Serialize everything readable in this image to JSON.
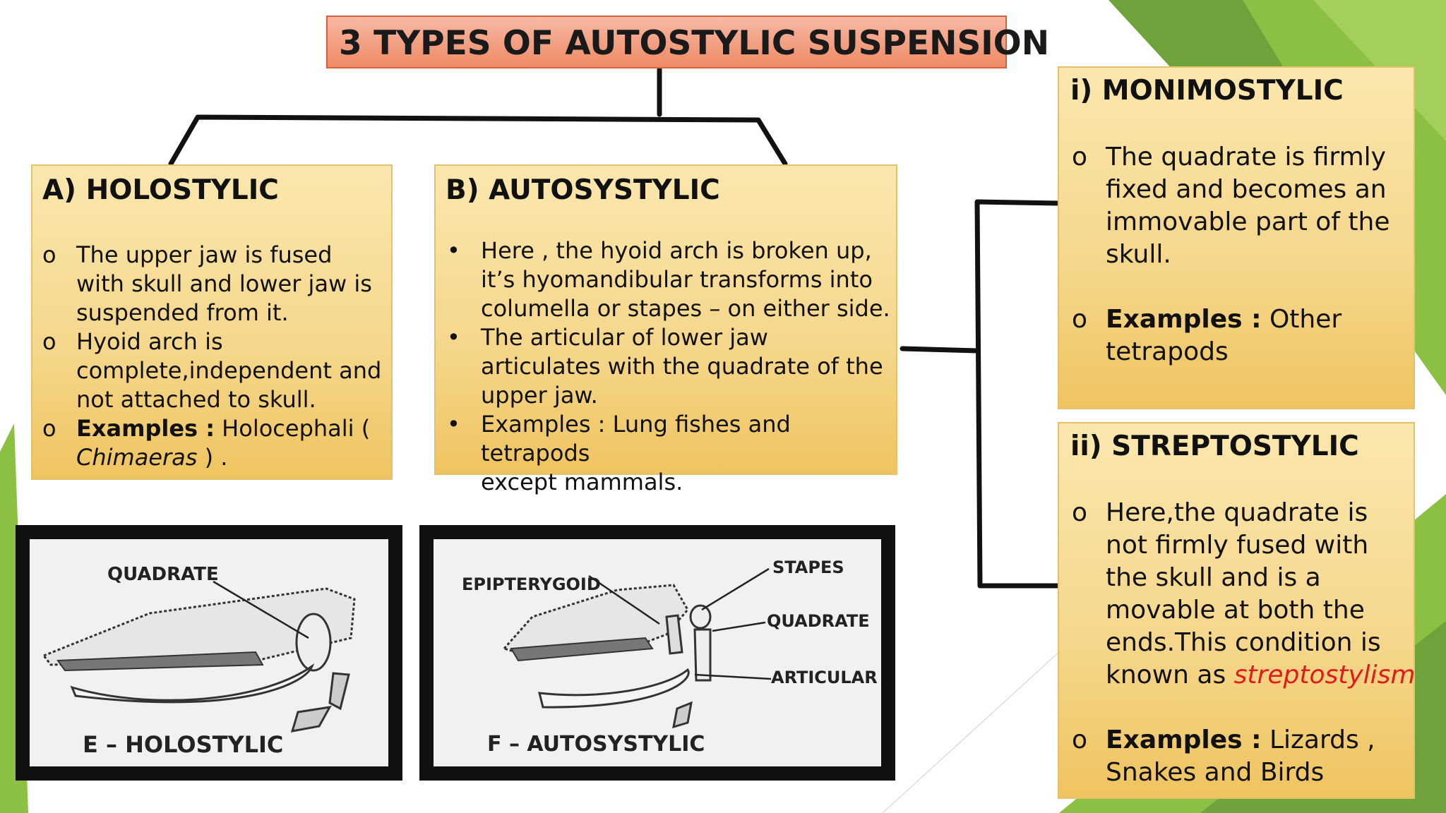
{
  "title": "3 TYPES OF AUTOSTYLIC SUSPENSION",
  "holostylic": {
    "heading": "A) HOLOSTYLIC",
    "bullet": "o",
    "p1a": "The  upper jaw is fused",
    "p1b": "with  skull and lower jaw is",
    "p1c": "suspended from it.",
    "p2a": "Hyoid arch is",
    "p2b": "complete,independent and",
    "p2c": "not attached to skull.",
    "p3_bold": "Examples :",
    "p3_rest": " Holocephali (",
    "p3_italic": "Chimaeras",
    "p3_end": " ) ."
  },
  "autosystylic": {
    "heading": "B) AUTOSYSTYLIC",
    "bullet": "•",
    "p1a": "Here , the hyoid arch is broken up,",
    "p1b": "it’s hyomandibular transforms into",
    "p1c": "columella or stapes – on either side.",
    "p2a": "The articular of lower jaw",
    "p2b": "articulates with the quadrate of the",
    "p2c": "upper jaw.",
    "p3a": "Examples : Lung fishes and tetrapods",
    "p3b": "except mammals."
  },
  "monimostylic": {
    "heading": "i) MONIMOSTYLIC",
    "bullet": "o",
    "p1a": "The quadrate is firmly",
    "p1b": "fixed and becomes an",
    "p1c": "immovable part of the",
    "p1d": "skull.",
    "p2_bold": "Examples :",
    "p2_rest": " Other",
    "p2b": "tetrapods"
  },
  "streptostylic": {
    "heading": "ii) STREPTOSTYLIC",
    "bullet": "o",
    "p1a": "Here,the quadrate is",
    "p1b": "not firmly fused with",
    "p1c": "the skull and is a",
    "p1d": "movable at both the",
    "p1e": "ends.This condition is",
    "p1f_plain": "known as ",
    "p1f_red": "streptostylism",
    "p2_bold": "Examples :",
    "p2_rest": " Lizards ,",
    "p2b": "Snakes and Birds"
  },
  "figure_e": {
    "label_quadrate": "QUADRATE",
    "caption": "E – HOLOSTYLIC"
  },
  "figure_f": {
    "label_epipterygoid": "EPIPTERYGOID",
    "label_stapes": "STAPES",
    "label_quadrate": "QUADRATE",
    "label_articular": "ARTICULAR",
    "caption": "F – AUTOSYSTYLIC"
  },
  "colors": {
    "title_fill": "#ee8a66",
    "box_fill": "#f5d68a",
    "accent_green": "#7fb23a",
    "highlight_red": "#e01b1b"
  }
}
